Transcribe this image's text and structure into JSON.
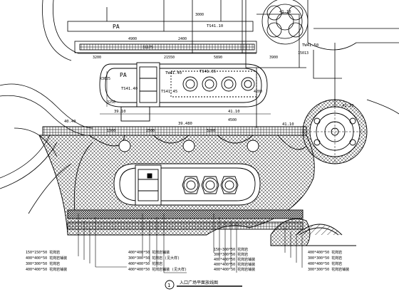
{
  "drawing": {
    "area_label_top": "PA",
    "area_label_left": "PA",
    "level_labels": [
      {
        "id": "ts_top",
        "text": "TS41.10"
      },
      {
        "id": "tw_top_right",
        "text": "TW41.50"
      },
      {
        "id": "ts_left",
        "text": "TS41.40"
      },
      {
        "id": "tw_center",
        "text": "TW41.40"
      },
      {
        "id": "ts_center",
        "text": "TS41.35"
      },
      {
        "id": "ts_mid",
        "text": "TS41.45"
      },
      {
        "id": "lv_right",
        "text": "41.10"
      },
      {
        "id": "lv_right2",
        "text": "41.10"
      },
      {
        "id": "lv_right3",
        "text": "41.10"
      },
      {
        "id": "lv_top_right",
        "text": "41.10"
      },
      {
        "id": "lv_left",
        "text": "40.40"
      },
      {
        "id": "lv_lower",
        "text": "39.480"
      },
      {
        "id": "lv_small",
        "text": "39.10"
      }
    ],
    "dimension_labels": [
      {
        "id": "d_4900",
        "text": "4900"
      },
      {
        "id": "d_2400",
        "text": "2400"
      },
      {
        "id": "d_31175",
        "text": "31175"
      },
      {
        "id": "d_3200",
        "text": "3200"
      },
      {
        "id": "d_21550",
        "text": "21550"
      },
      {
        "id": "d_5890",
        "text": "5890"
      },
      {
        "id": "d_3000",
        "text": "3000"
      },
      {
        "id": "d_3900",
        "text": "3900"
      },
      {
        "id": "d_15013",
        "text": "15013"
      },
      {
        "id": "d_9390",
        "text": "R3625"
      },
      {
        "id": "d_3250",
        "text": "3250"
      },
      {
        "id": "d_4500",
        "text": "4500"
      },
      {
        "id": "d_4200",
        "text": "4200"
      },
      {
        "id": "d_2500",
        "text": "2500"
      },
      {
        "id": "d_3200b",
        "text": "3200"
      },
      {
        "id": "d_1500",
        "text": "1500"
      }
    ],
    "legend_left": [
      "150*150*50 花岗岩",
      "400*400*50 花岗岩铺装",
      "300*300*50 花岗岩",
      "400*400*50 花岗岩铺装"
    ],
    "legend_mid": [
      "400*400*50 花岗岩铺装",
      "300*300*50 花岗岩 (见大样)",
      "400*400*50 花岗岩",
      "400*400*50 花岗岩铺装 (见大样)"
    ],
    "legend_center": [
      "150~300*50 花岗岩",
      "300*300*50 花岗岩",
      "400*400*50 花岗岩铺装",
      "400*400*50 花岗岩铺装",
      "400*400*50 花岗岩铺装"
    ],
    "legend_right": [
      "400*400*50 花岗岩",
      "300*300*50 花岗岩",
      "400*400*50 花岗岩",
      "300*300*50 花岗岩铺装"
    ],
    "title_number": "1",
    "title_text": "入口广场平面放线图"
  }
}
